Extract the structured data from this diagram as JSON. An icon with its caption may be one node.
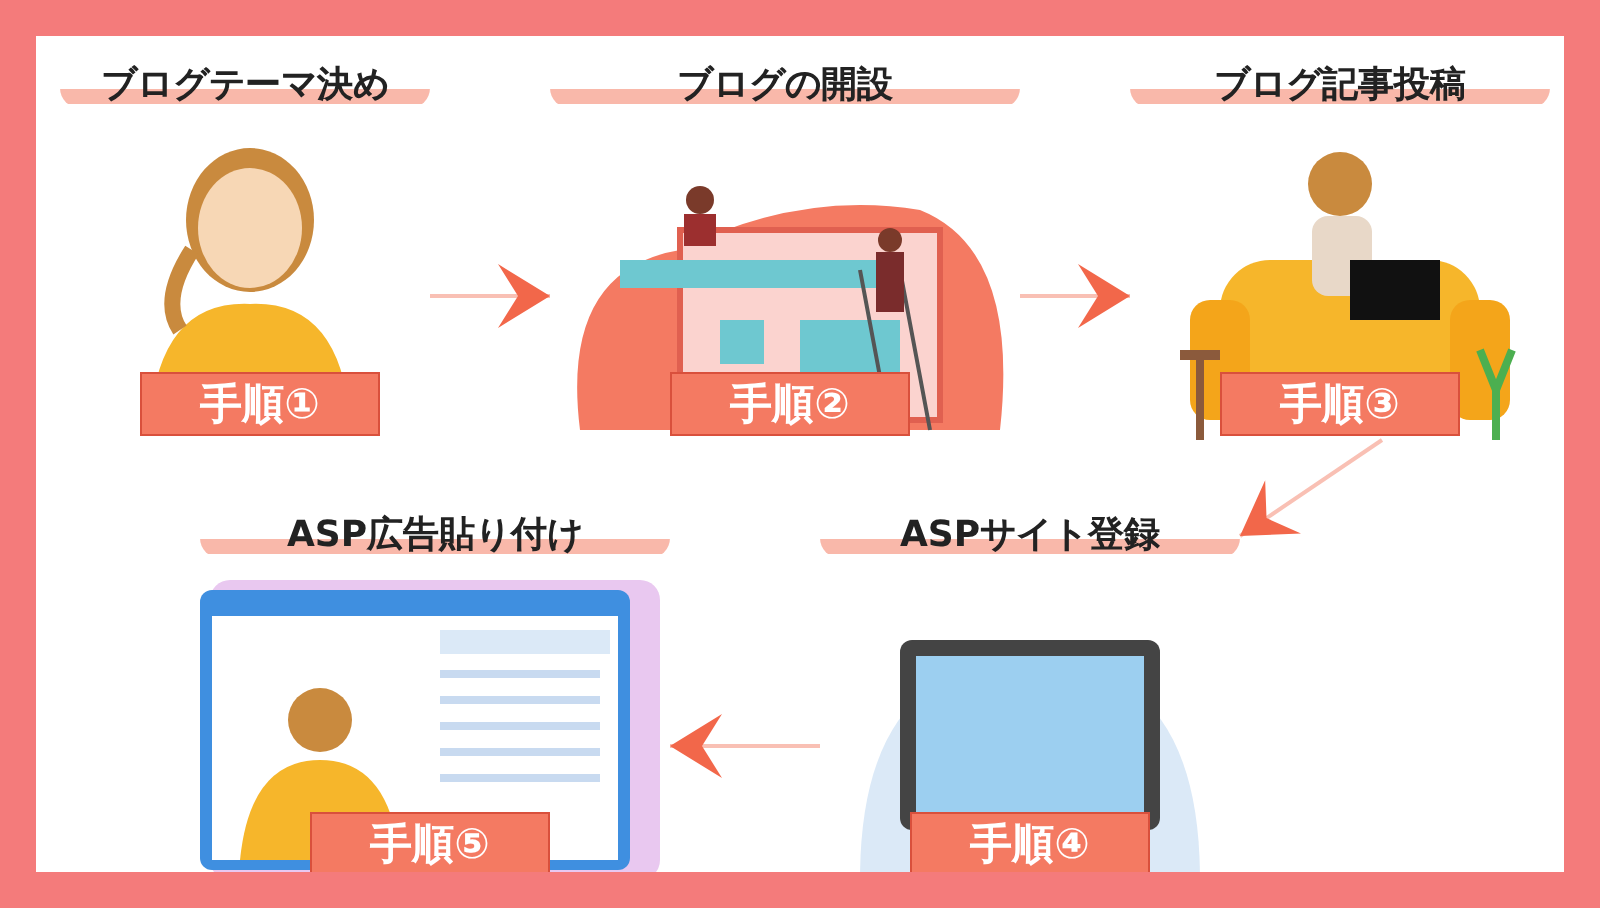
{
  "diagram": {
    "nodes": [
      {
        "text": [
          "ブログテーマ決め",
          "手順①"
        ]
      },
      {
        "text": [
          "ブログの開設",
          "手順②"
        ]
      },
      {
        "text": [
          "ブログ記事投稿",
          "手順③"
        ]
      },
      {
        "text": [
          "ASPサイト登録",
          "手順④"
        ]
      },
      {
        "text": [
          "ASP広告貼り付け",
          "手順⑤"
        ]
      }
    ],
    "edges": [
      {
        "from": 0,
        "to": 1,
        "arrow": "to"
      },
      {
        "from": 1,
        "to": 2,
        "arrow": "to"
      },
      {
        "from": 2,
        "to": 3,
        "arrow": "to"
      },
      {
        "from": 3,
        "to": 4,
        "arrow": "to"
      }
    ]
  }
}
